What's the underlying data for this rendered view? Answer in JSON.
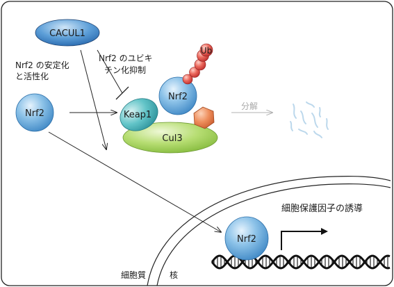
{
  "proteins": {
    "cacul1": "CACUL1",
    "nrf2_free": "Nrf2",
    "nrf2_bound": "Nrf2",
    "keap1": "Keap1",
    "cul3": "Cul3",
    "ub": "Ub",
    "nrf2_nucleus": "Nrf2"
  },
  "annotations": {
    "stabilization_line1": "Nrf2 の安定化",
    "stabilization_line2": "と活性化",
    "ubiquitination_line1": "Nrf2 のユビキ",
    "ubiquitination_line2": "チン化抑制",
    "degradation": "分解",
    "induction": "細胞保護因子の誘導"
  },
  "compartments": {
    "cytoplasm": "細胞質",
    "nucleus": "核"
  },
  "colors": {
    "blue": "#5fa3d8",
    "teal": "#3fb3b8",
    "green": "#a5d35a",
    "orange": "#e88050",
    "ub_red": "#de3c3c",
    "degraded": "#bcd8ec"
  }
}
